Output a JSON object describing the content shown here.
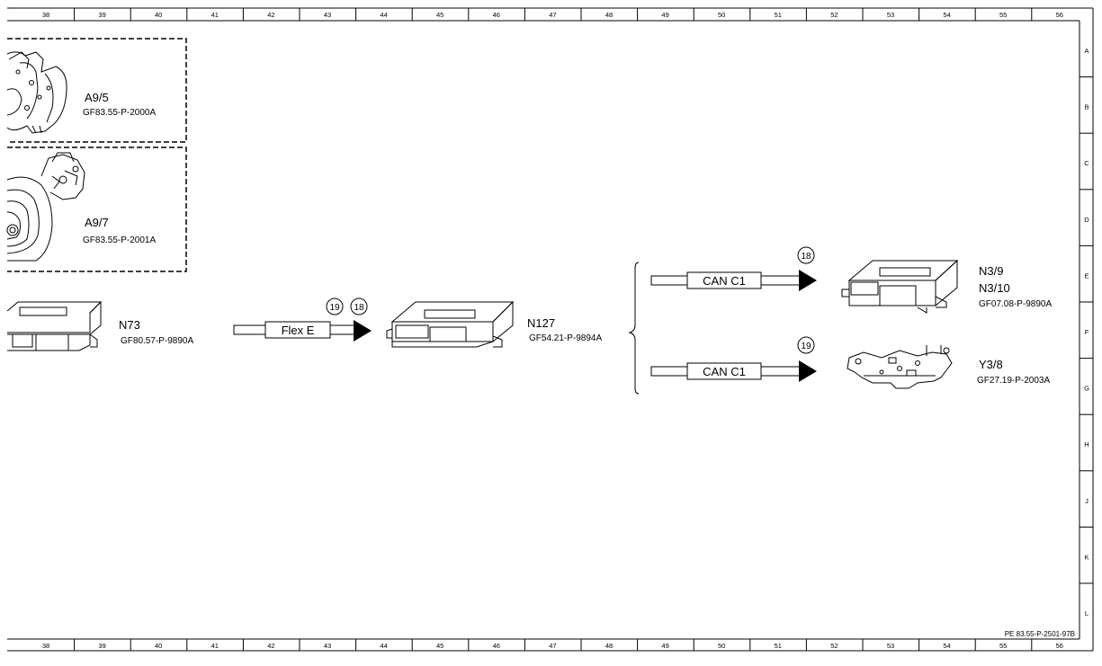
{
  "grid": {
    "columns": [
      "38",
      "39",
      "40",
      "41",
      "42",
      "43",
      "44",
      "45",
      "46",
      "47",
      "48",
      "49",
      "50",
      "51",
      "52",
      "53",
      "54",
      "55",
      "56"
    ],
    "rows": [
      "A",
      "B",
      "C",
      "D",
      "E",
      "F",
      "G",
      "H",
      "J",
      "K",
      "L"
    ]
  },
  "footer_code": "PE 83.55-P-2501-97B",
  "components": {
    "a95": {
      "label": "A9/5",
      "ref": "GF83.55-P-2000A"
    },
    "a97": {
      "label": "A9/7",
      "ref": "GF83.55-P-2001A"
    },
    "n73": {
      "label": "N73",
      "ref": "GF80.57-P-9890A"
    },
    "n127": {
      "label": "N127",
      "ref": "GF54.21-P-9894A"
    },
    "n39": {
      "label": "N3/9",
      "label2": "N3/10",
      "ref": "GF07.08-P-9890A"
    },
    "y38": {
      "label": "Y3/8",
      "ref": "GF27.19-P-2003A"
    }
  },
  "signals": {
    "flex": {
      "label": "Flex E",
      "numbers": [
        "19",
        "18"
      ]
    },
    "can_top": {
      "label": "CAN C1",
      "numbers": [
        "18"
      ]
    },
    "can_bottom": {
      "label": "CAN C1",
      "numbers": [
        "19"
      ]
    }
  }
}
